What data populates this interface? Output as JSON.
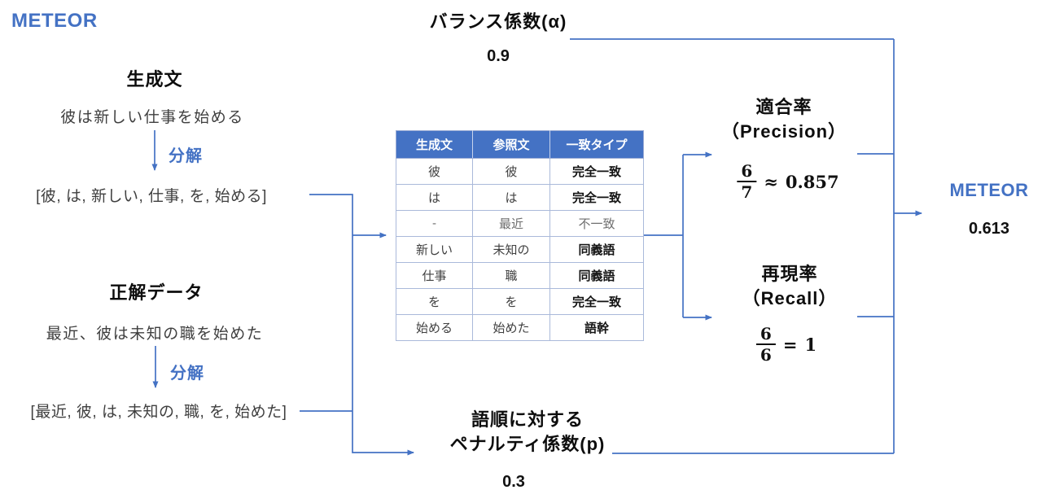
{
  "colors": {
    "accent_blue": "#4472C4",
    "table_header_bg": "#4472C4",
    "table_border": "#aab9da",
    "body_text": "#3f3f3f"
  },
  "title": "METEOR",
  "generated": {
    "heading": "生成文",
    "sentence": "彼は新しい仕事を始める",
    "decompose_label": "分解",
    "tokens": "[彼, は, 新しい, 仕事, を, 始める]"
  },
  "reference": {
    "heading": "正解データ",
    "sentence": "最近、彼は未知の職を始めた",
    "decompose_label": "分解",
    "tokens": "[最近, 彼, は, 未知の, 職, を, 始めた]"
  },
  "balance": {
    "heading": "バランス係数(α)",
    "value": "0.9"
  },
  "match_table": {
    "headers": [
      "生成文",
      "参照文",
      "一致タイプ"
    ],
    "rows": [
      {
        "generated": "彼",
        "reference": "彼",
        "match_type": "完全一致"
      },
      {
        "generated": "は",
        "reference": "は",
        "match_type": "完全一致"
      },
      {
        "generated": "-",
        "reference": "最近",
        "match_type": "不一致"
      },
      {
        "generated": "新しい",
        "reference": "未知の",
        "match_type": "同義語"
      },
      {
        "generated": "仕事",
        "reference": "職",
        "match_type": "同義語"
      },
      {
        "generated": "を",
        "reference": "を",
        "match_type": "完全一致"
      },
      {
        "generated": "始める",
        "reference": "始めた",
        "match_type": "語幹"
      }
    ]
  },
  "precision": {
    "heading": "適合率",
    "subheading": "（Precision）",
    "numerator": "6",
    "denominator": "7",
    "relation": "≈",
    "value": "0.857"
  },
  "recall": {
    "heading": "再現率",
    "subheading": "（Recall）",
    "numerator": "6",
    "denominator": "6",
    "relation": "=",
    "value": "1"
  },
  "penalty": {
    "heading_line1": "語順に対する",
    "heading_line2": "ペナルティ係数(p)",
    "value": "0.3"
  },
  "result": {
    "label": "METEOR",
    "value": "0.613"
  }
}
